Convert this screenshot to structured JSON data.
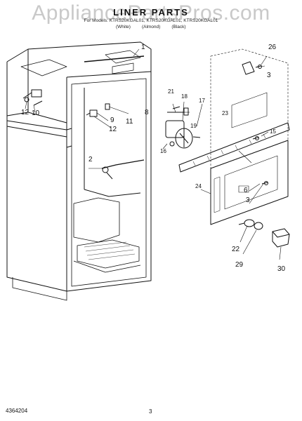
{
  "watermark": "AppliancePartsPros.com",
  "title": "LINER PARTS",
  "models_line": "For Models: KTRS20KGAL01, KTRS20KGAL01, KTRS20KGAL01",
  "color_labels": [
    "(White)",
    "(Almond)",
    "(Black)"
  ],
  "callouts": {
    "c1": "1",
    "c2": "2",
    "c3a": "3",
    "c3b": "3",
    "c6": "6",
    "c8": "8",
    "c9": "9",
    "c10": "10",
    "c11": "11",
    "c12a": "12",
    "c12b": "12",
    "c15": "15",
    "c16": "16",
    "c17": "17",
    "c18": "18",
    "c19": "19",
    "c21": "21",
    "c22": "22",
    "c23": "23",
    "c24": "24",
    "c26": "26",
    "c29": "29",
    "c30": "30"
  },
  "footer": {
    "doc_number": "4364204",
    "page": "3"
  }
}
